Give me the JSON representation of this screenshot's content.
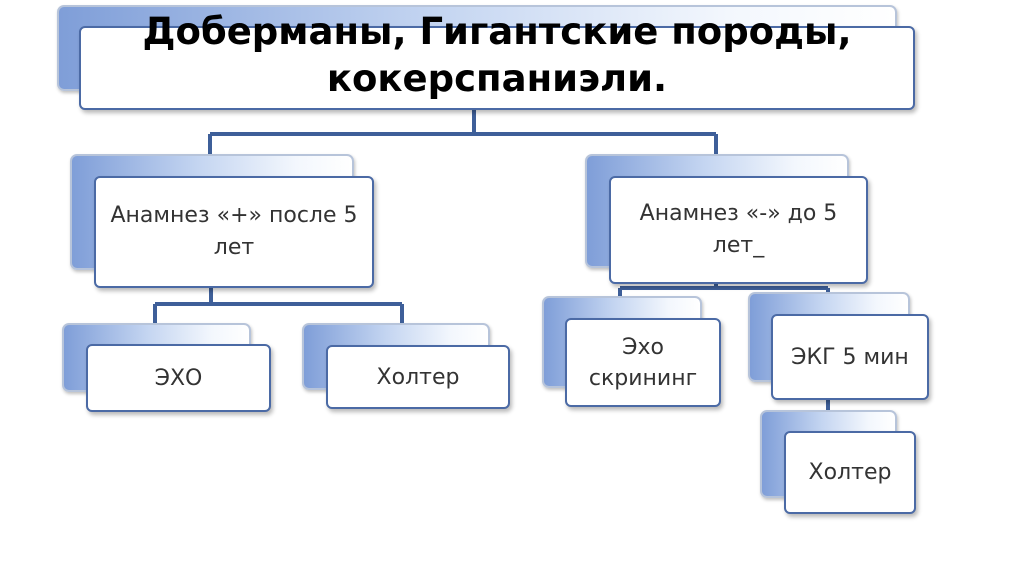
{
  "diagram": {
    "root": {
      "label": "Доберманы, Гигантские породы, кокерспаниэли."
    },
    "left": {
      "label": "Анамнез «+» после 5 лет",
      "children": [
        {
          "label": "ЭХО"
        },
        {
          "label": "Холтер"
        }
      ]
    },
    "right": {
      "label": "Анамнез «-» до 5 лет_",
      "children": [
        {
          "label": "Эхо скрининг"
        },
        {
          "label": "ЭКГ 5 мин",
          "children": [
            {
              "label": "Холтер"
            }
          ]
        }
      ]
    },
    "colors": {
      "connector": "#3e5f99",
      "front_border": "#4b6aa5",
      "back_fill_dark": "#7f9ed8",
      "back_fill_light": "#f3f7fd"
    }
  }
}
